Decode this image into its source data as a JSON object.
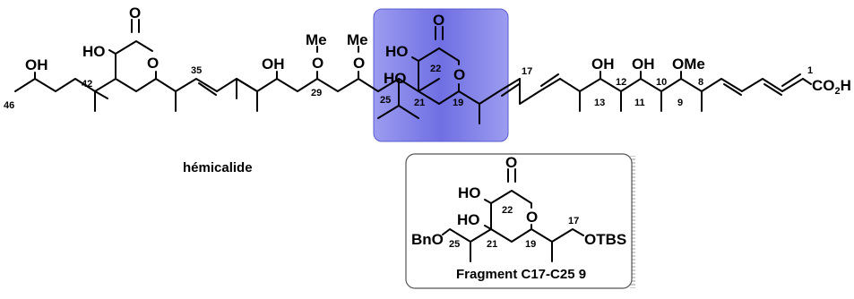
{
  "molecule": {
    "name": "hémicalide",
    "atoms": {
      "oh_c45": "OH",
      "ho_c43": "HO",
      "o_lactone1_carbonyl": "O",
      "o_lactone1_ring": "O",
      "oh_c33": "OH",
      "me_c29": "Me",
      "o_c29": "O",
      "me_c27": "Me",
      "o_c27": "O",
      "ho_c23": "HO",
      "o_c22_carbonyl": "O",
      "o_c20_ring": "O",
      "ho_c21": "HO",
      "oh_c13": "OH",
      "oh_c11": "OH",
      "ome_c9": "OMe",
      "acid_prefix": "CO",
      "acid_sub": "2",
      "acid_suffix": "H"
    },
    "locants": {
      "c1": "1",
      "c8": "8",
      "c9": "9",
      "c10": "10",
      "c11": "11",
      "c12": "12",
      "c13": "13",
      "c17": "17",
      "c19": "19",
      "c21": "21",
      "c22": "22",
      "c25": "25",
      "c29": "29",
      "c35": "35",
      "c42": "42",
      "c46": "46"
    },
    "highlight_color": "#8080e8"
  },
  "fragment": {
    "caption": "Fragment C17-C25 9",
    "atoms": {
      "ho_top": "HO",
      "o_carbonyl": "O",
      "o_ring": "O",
      "ho_mid": "HO",
      "bno": "BnO",
      "otbs": "OTBS"
    },
    "locants": {
      "c17": "17",
      "c19": "19",
      "c21": "21",
      "c22": "22",
      "c25": "25"
    }
  }
}
